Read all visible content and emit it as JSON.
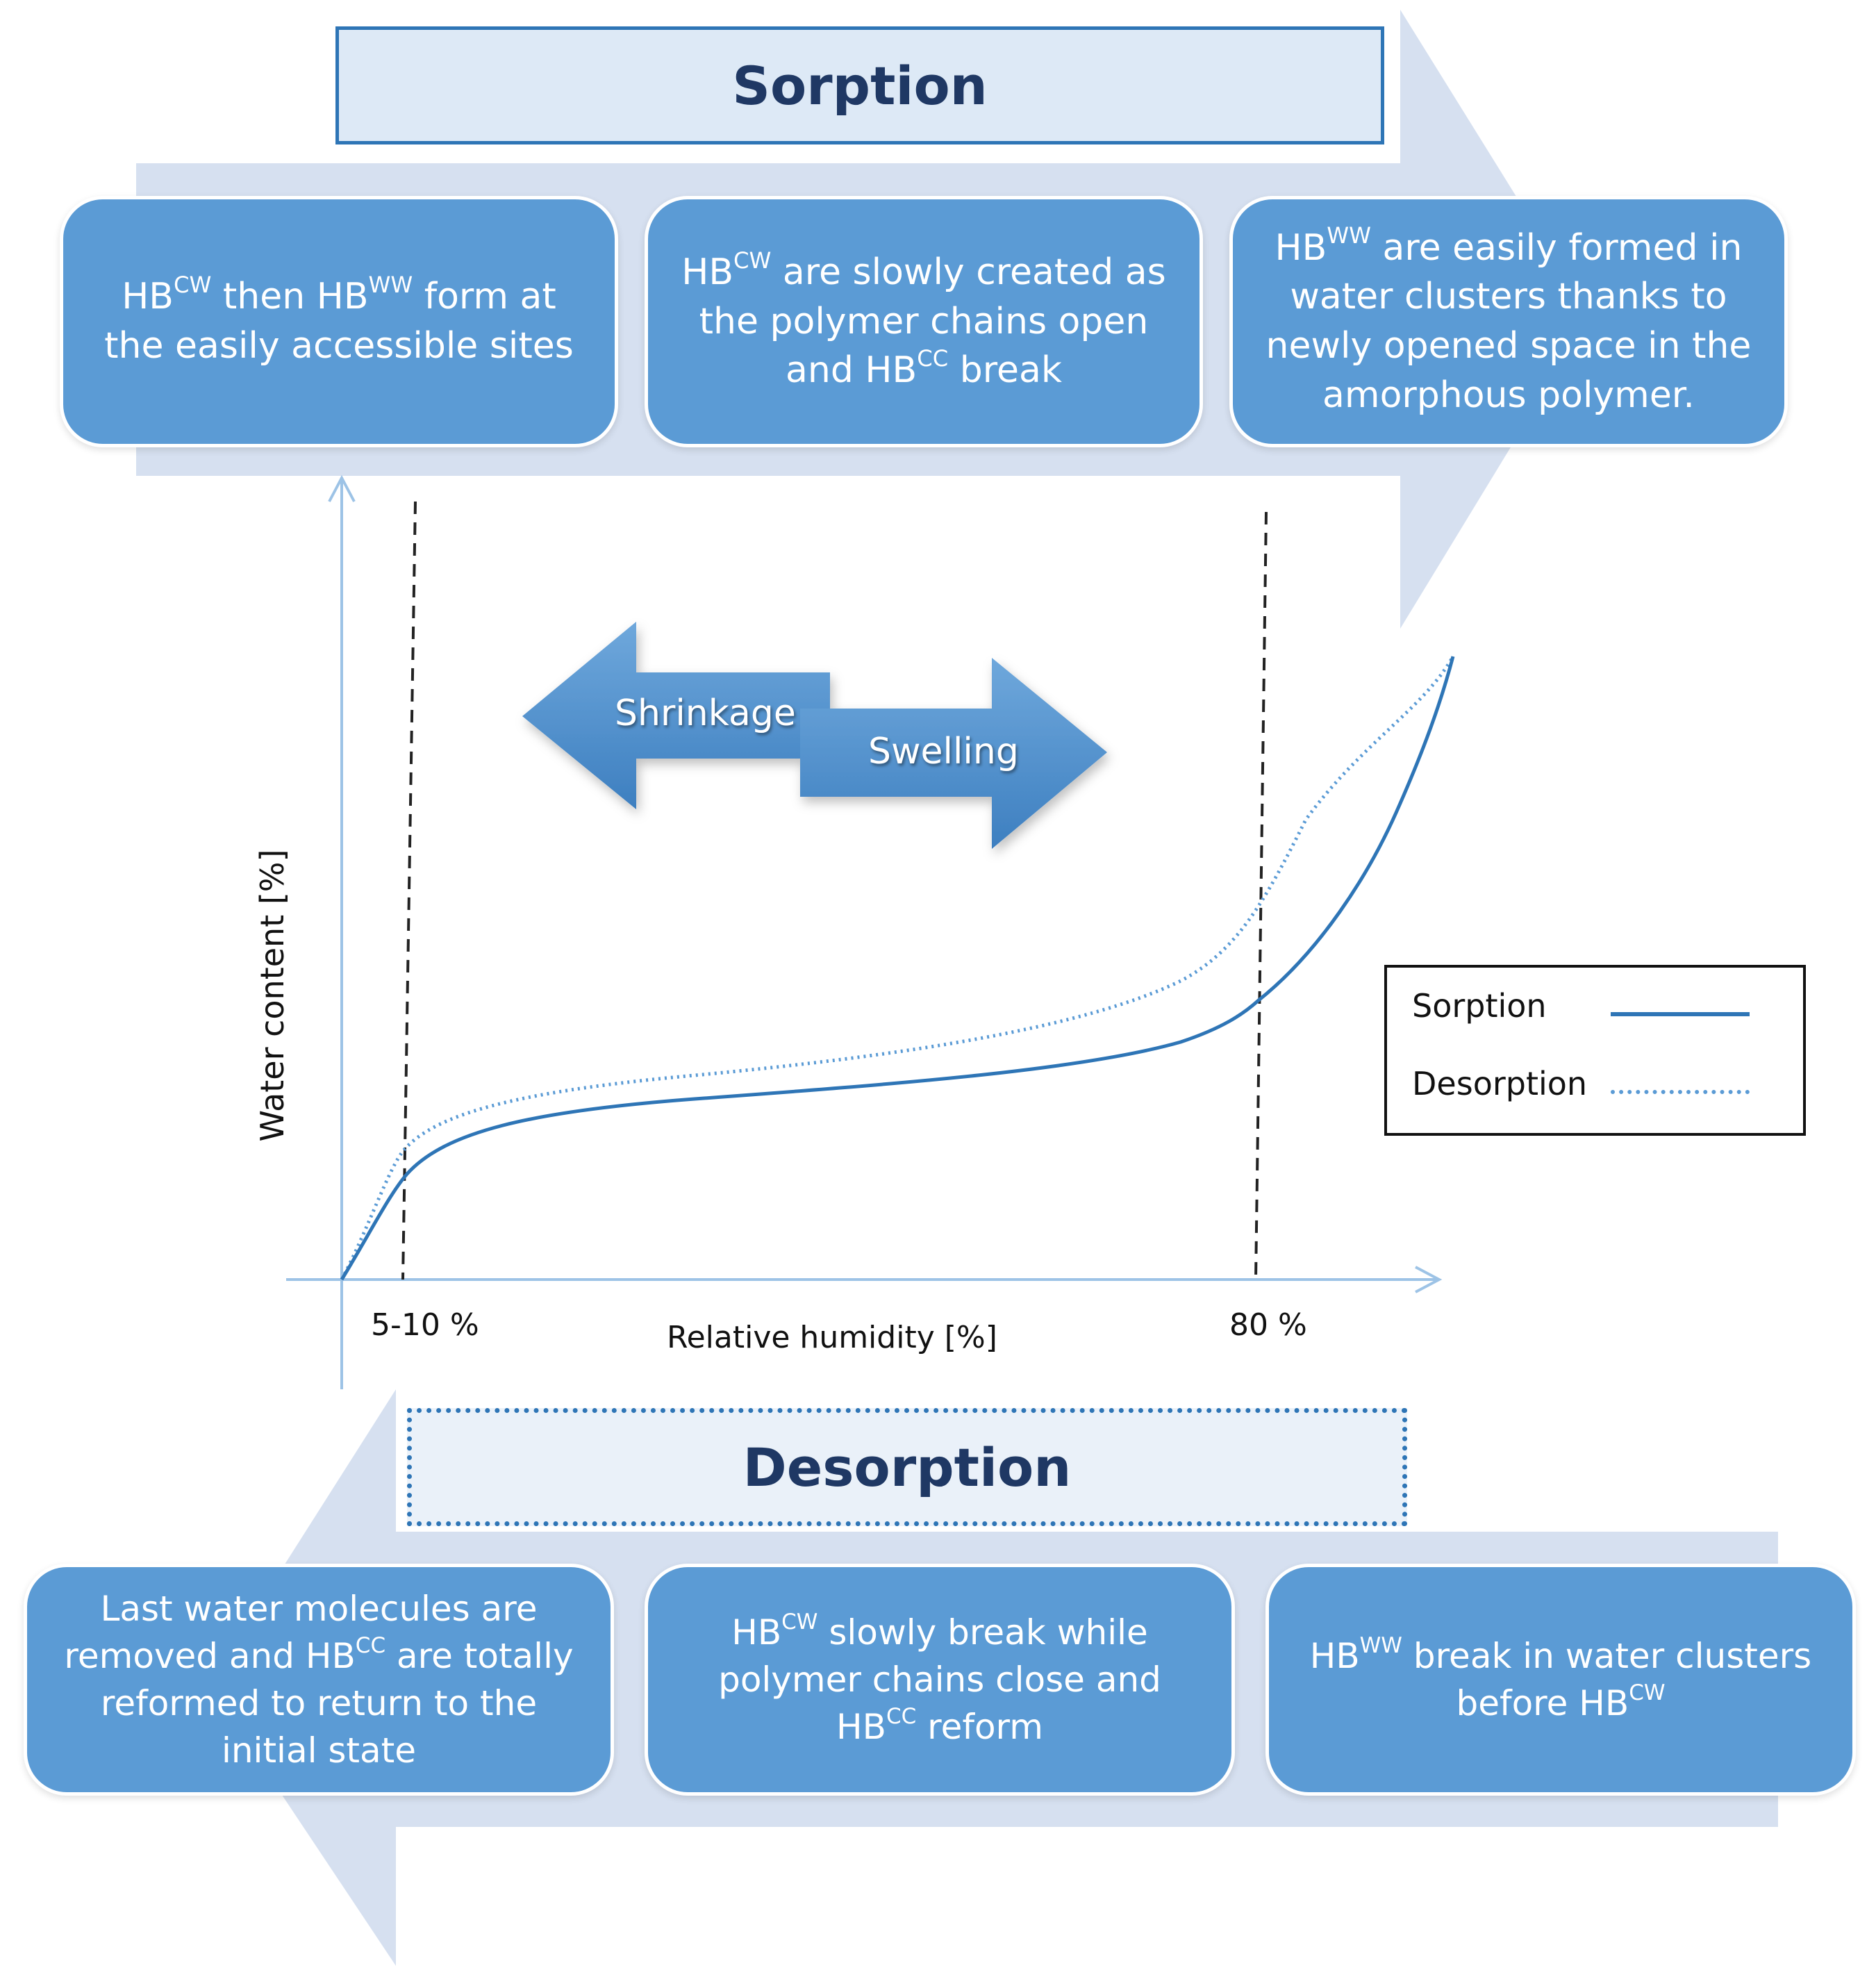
{
  "sorption": {
    "title": "Sorption",
    "cards": [
      {
        "pre": "HB",
        "sup1": "CW",
        "mid": " then HB",
        "sup2": "WW",
        "post": " form at the easily accessible sites"
      },
      {
        "pre": "HB",
        "sup1": "CW",
        "mid": " are slowly created as the polymer chains open and HB",
        "sup2": "CC",
        "post": " break"
      },
      {
        "pre": "HB",
        "sup1": "WW",
        "mid": " are easily formed in water clusters thanks to newly opened space in the amorphous polymer.",
        "sup2": "",
        "post": ""
      }
    ]
  },
  "desorption": {
    "title": "Desorption",
    "cards": [
      {
        "pre": "Last water molecules are removed and HB",
        "sup1": "CC",
        "mid": " are totally reformed to return to the initial state",
        "sup2": "",
        "post": ""
      },
      {
        "pre": "HB",
        "sup1": "CW",
        "mid": " slowly break while polymer chains close and HB",
        "sup2": "CC",
        "post": " reform"
      },
      {
        "pre": "HB",
        "sup1": "WW",
        "mid": " break in water clusters before HB",
        "sup2": "CW",
        "post": ""
      }
    ]
  },
  "plot": {
    "xlabel": "Relative humidity [%]",
    "ylabel": "Water content [%]",
    "tick_low": "5-10 %",
    "tick_high": "80 %"
  },
  "arrows": {
    "shrinkage": "Shrinkage",
    "swelling": "Swelling"
  },
  "legend": {
    "sorption": "Sorption",
    "desorption": "Desorption"
  },
  "colors": {
    "band": "#d6e0f0",
    "card": "#5b9bd5",
    "title_text": "#1f3864",
    "axis": "#9dc3e6",
    "curve": "#2e75b6"
  }
}
